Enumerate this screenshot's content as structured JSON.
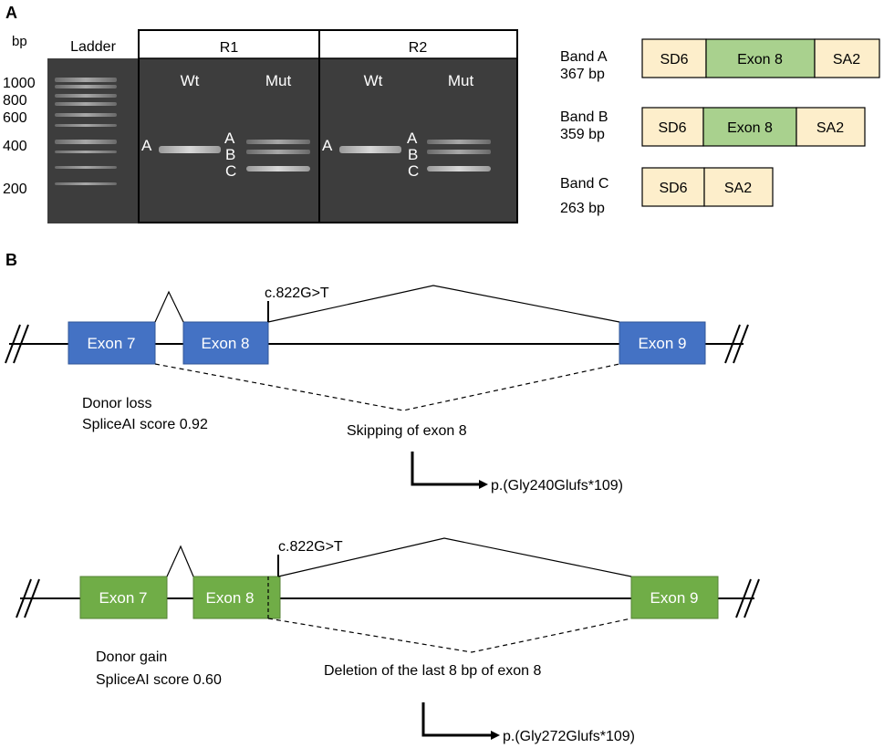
{
  "panel_a": {
    "panel_label": "A",
    "bp_label": "bp",
    "ladder_label": "Ladder",
    "ladder_marks": [
      "1000",
      "800",
      "600",
      "400",
      "200"
    ],
    "groups": [
      {
        "name": "R1",
        "lanes": [
          "Wt",
          "Mut"
        ]
      },
      {
        "name": "R2",
        "lanes": [
          "Wt",
          "Mut"
        ]
      }
    ],
    "lane_band_labels": {
      "wt": [
        "A"
      ],
      "mut": [
        "A",
        "B",
        "C"
      ]
    },
    "bands": [
      {
        "name": "Band A",
        "size": "367 bp",
        "segments": [
          "SD6",
          "Exon 8",
          "SA2"
        ]
      },
      {
        "name": "Band B",
        "size": "359 bp",
        "segments": [
          "SD6",
          "Exon 8",
          "SA2"
        ]
      },
      {
        "name": "Band C",
        "size": "263 bp",
        "segments": [
          "SD6",
          "SA2"
        ]
      }
    ],
    "colors": {
      "sd_sa": "#fdeecb",
      "exon8_construct": "#a9d18e",
      "gel_bg": "#3d3d3d"
    }
  },
  "panel_b": {
    "panel_label": "B",
    "diagrams": [
      {
        "exons": [
          "Exon 7",
          "Exon 8",
          "Exon 9"
        ],
        "variant": "c.822G>T",
        "effect_line1": "Donor loss",
        "effect_line2": "SpliceAI score 0.92",
        "consequence": "Skipping of exon 8",
        "protein": "p.(Gly240Glufs*109)",
        "exon_color": "#4472c4"
      },
      {
        "exons": [
          "Exon 7",
          "Exon 8",
          "Exon 9"
        ],
        "variant": "c.822G>T",
        "effect_line1": "Donor gain",
        "effect_line2": "SpliceAI score 0.60",
        "consequence": "Deletion of the last 8 bp of exon 8",
        "protein": "p.(Gly272Glufs*109)",
        "exon_color": "#70ad47"
      }
    ]
  }
}
